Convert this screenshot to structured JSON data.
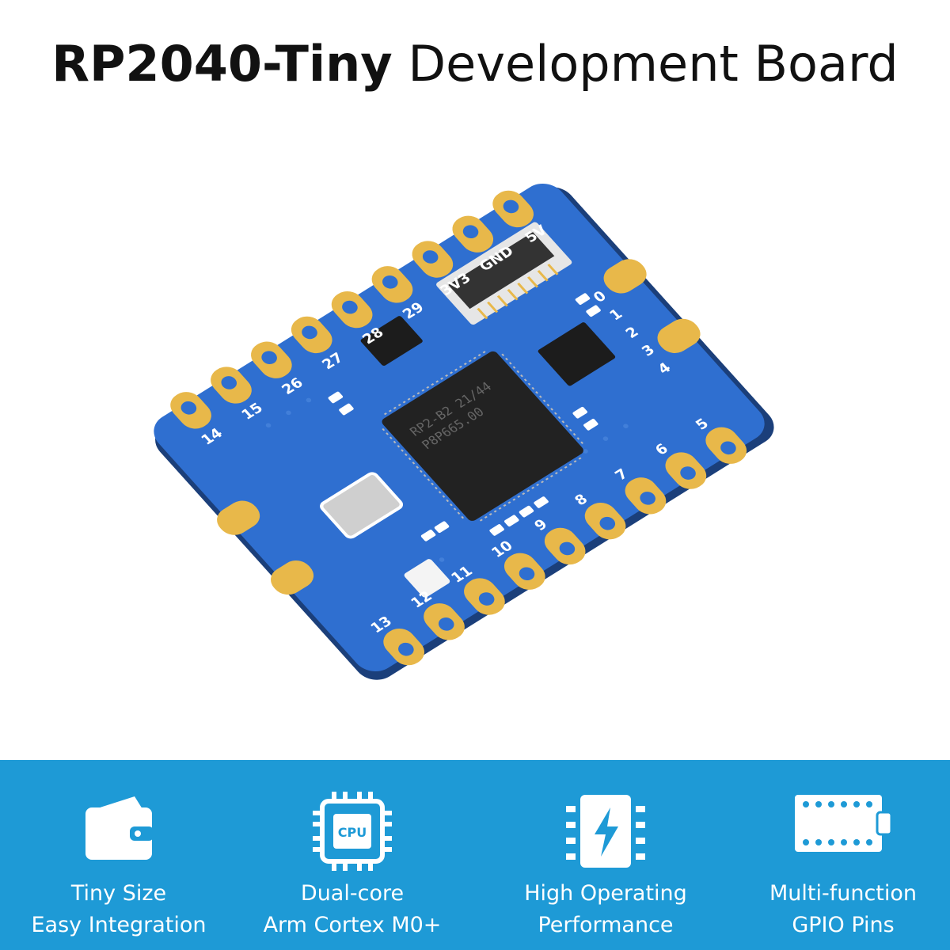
{
  "title": {
    "bold": "RP2040-Tiny",
    "light": " Development Board"
  },
  "board": {
    "chip_marking_1": "RP2-B2  21/44",
    "chip_marking_2": "P8P665.00",
    "pin_labels": {
      "gnd": "GND",
      "v5": "5V",
      "v3": "3V3",
      "p29": "29",
      "p28": "28",
      "p27": "27",
      "p26": "26",
      "p15": "15",
      "p14": "14",
      "p13": "13",
      "p12": "12",
      "p11": "11",
      "p10": "10",
      "p9": "9",
      "p8": "8",
      "p7": "7",
      "p6": "6",
      "p5": "5",
      "p4": "4",
      "p3": "3",
      "p2": "2",
      "p1": "1",
      "p0": "0"
    }
  },
  "features": [
    {
      "icon": "wallet-icon",
      "line1": "Tiny Size",
      "line2": "Easy Integration"
    },
    {
      "icon": "cpu-icon",
      "icon_text": "CPU",
      "line1": "Dual-core",
      "line2": "Arm Cortex M0+"
    },
    {
      "icon": "lightning-chip-icon",
      "line1": "High Operating",
      "line2": "Performance"
    },
    {
      "icon": "gpio-pins-icon",
      "line1": "Multi-function",
      "line2": "GPIO Pins"
    }
  ],
  "colors": {
    "band": "#1e9ad6",
    "pcb": "#2f6fd0",
    "pad": "#e8b84a"
  }
}
